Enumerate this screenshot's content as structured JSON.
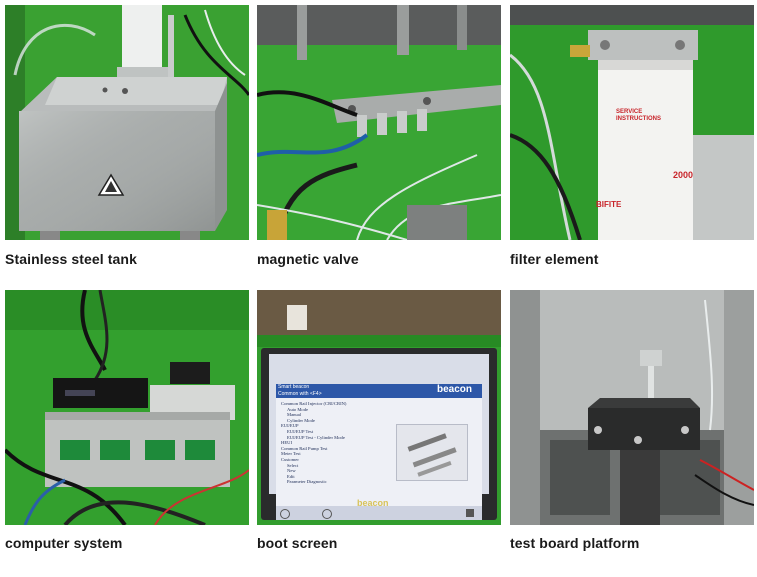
{
  "gallery": {
    "items": [
      {
        "caption": "Stainless steel tank"
      },
      {
        "caption": "magnetic valve"
      },
      {
        "caption": "filter element"
      },
      {
        "caption": "computer system"
      },
      {
        "caption": "boot screen"
      },
      {
        "caption": "test board platform"
      }
    ]
  },
  "filter_label": {
    "brand": "BIFITE",
    "heading": "SERVICE INSTRUCTIONS",
    "number": "2000"
  },
  "boot_screen": {
    "window_title": "Smart beacon",
    "subtitle": "Common with <F4>",
    "logo": "beacon",
    "menu": [
      "Common Rail Injector (CRI/CRIN)",
      "Auto Mode",
      "Manual",
      "Cylinder Mode",
      "EUI/EUP",
      "EUI/EUP Test",
      "EUI/EUP Test - Cylinder Mode",
      "HEUI",
      "Common Rail Pump Test",
      "Meter Test",
      "Customer",
      "Select",
      "New",
      "Edit",
      "Parameter Diagnostic"
    ],
    "bezel_logo": "beacon"
  }
}
